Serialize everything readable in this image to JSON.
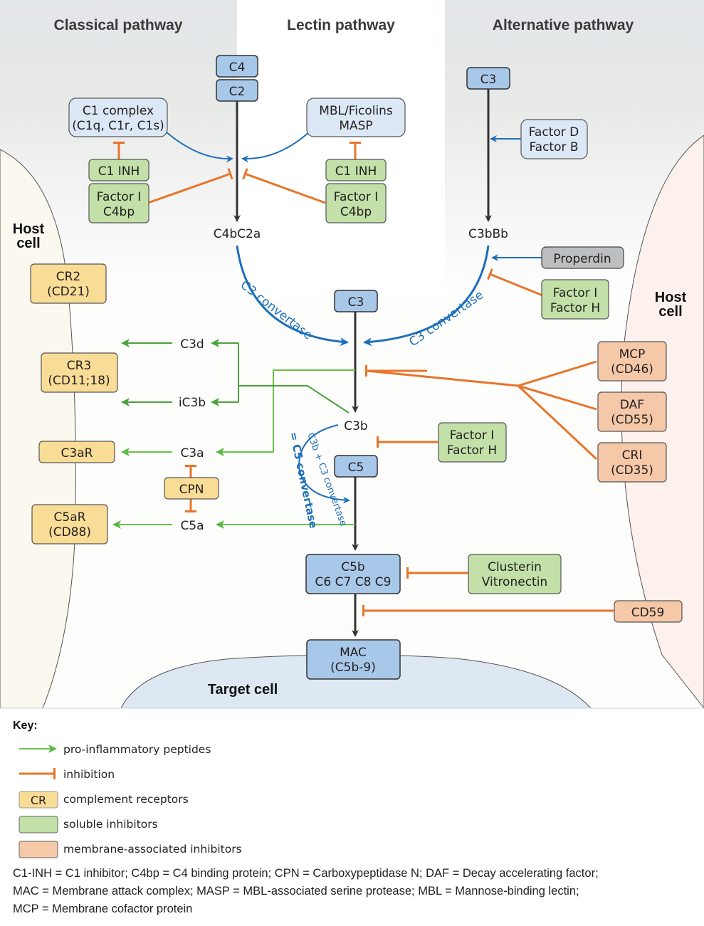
{
  "headers": {
    "classical": "Classical pathway",
    "lectin": "Lectin pathway",
    "alternative": "Alternative pathway"
  },
  "colors": {
    "complement_protein": "#a8c8ea",
    "activator": "#dce8f5",
    "receptor": "#f9dc96",
    "soluble_inhibitor": "#c2e0a8",
    "membrane_inhibitor": "#f5c8a8",
    "properdin": "#bdbec0",
    "activation_arrow": "#1f6fb8",
    "pro_inflammatory": "#5bb847",
    "inhibition": "#e8742a",
    "main_arrow": "#333333"
  },
  "regions": {
    "host_cell_left": [
      "Host",
      "cell"
    ],
    "host_cell_right": [
      "Host",
      "cell"
    ],
    "target_cell": "Target cell"
  },
  "nodes": {
    "c4": "C4",
    "c2": "C2",
    "c3_alt": "C3",
    "c1_complex": [
      "C1 complex",
      "(C1q, C1r, C1s)"
    ],
    "mbl_masp": [
      "MBL/Ficolins",
      "MASP"
    ],
    "c1_inh_left": "C1 INH",
    "c1_inh_right": "C1 INH",
    "factor_i_c4bp_left": [
      "Factor I",
      "C4bp"
    ],
    "factor_i_c4bp_right": [
      "Factor I",
      "C4bp"
    ],
    "factor_d_b": [
      "Factor D",
      "Factor B"
    ],
    "c4bc2a": "C4bC2a",
    "c3bbb": "C3bBb",
    "properdin": "Properdin",
    "factor_i_h_top": [
      "Factor I",
      "Factor H"
    ],
    "c3_center": "C3",
    "c3_convertase_left": "C3 convertase",
    "c3_convertase_right": "C3 convertase",
    "c3d": "C3d",
    "ic3b": "iC3b",
    "c3a": "C3a",
    "c5a": "C5a",
    "c3b": "C3b",
    "c5": "C5",
    "c5_convertase_small": "C3b + C3 convertase",
    "c5_convertase_big": "= C5 convertase",
    "factor_i_h_mid": [
      "Factor I",
      "Factor H"
    ],
    "cpn": "CPN",
    "cr2": [
      "CR2",
      "(CD21)"
    ],
    "cr3": [
      "CR3",
      "(CD11;18)"
    ],
    "c3ar": "C3aR",
    "c5ar": [
      "C5aR",
      "(CD88)"
    ],
    "mcp": [
      "MCP",
      "(CD46)"
    ],
    "daf": [
      "DAF",
      "(CD55)"
    ],
    "cri": [
      "CRI",
      "(CD35)"
    ],
    "c5b_complex": [
      "C5b",
      "C6 C7 C8 C9"
    ],
    "clusterin": [
      "Clusterin",
      "Vitronectin"
    ],
    "cd59": "CD59",
    "mac": [
      "MAC",
      "(C5b-9)"
    ]
  },
  "key": {
    "title": "Key:",
    "items": [
      {
        "type": "green-arrow",
        "label": "pro-inflammatory peptides"
      },
      {
        "type": "orange-inhibition",
        "label": "inhibition"
      },
      {
        "type": "receptor-box",
        "swatch_text": "CR",
        "label": "complement receptors"
      },
      {
        "type": "soluble-box",
        "label": "soluble inhibitors"
      },
      {
        "type": "membrane-box",
        "label": "membrane-associated inhibitors"
      }
    ]
  },
  "abbreviations": [
    "C1-INH = C1 inhibitor; C4bp = C4 binding protein; CPN = Carboxypeptidase N; DAF = Decay accelerating factor;",
    "MAC = Membrane attack complex; MASP = MBL-associated serine protease; MBL = Mannose-binding lectin;",
    "MCP = Membrane cofactor protein"
  ]
}
